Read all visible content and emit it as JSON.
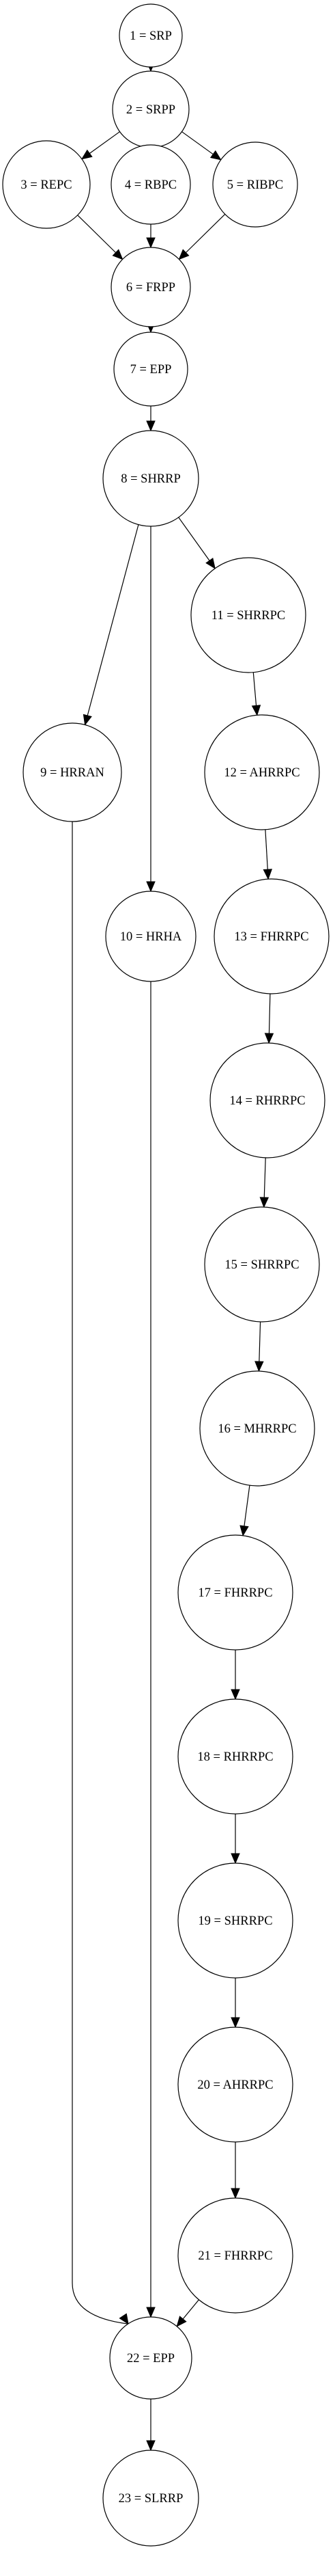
{
  "graph": {
    "nodes": [
      {
        "id": 1,
        "label": "1 = SRP"
      },
      {
        "id": 2,
        "label": "2 = SRPP"
      },
      {
        "id": 3,
        "label": "3 = REPC"
      },
      {
        "id": 4,
        "label": "4 = RBPC"
      },
      {
        "id": 5,
        "label": "5 = RIBPC"
      },
      {
        "id": 6,
        "label": "6 = FRPP"
      },
      {
        "id": 7,
        "label": "7 = EPP"
      },
      {
        "id": 8,
        "label": "8 = SHRRP"
      },
      {
        "id": 9,
        "label": "9 = HRRAN"
      },
      {
        "id": 10,
        "label": "10 = HRHA"
      },
      {
        "id": 11,
        "label": "11 = SHRRPC"
      },
      {
        "id": 12,
        "label": "12 = AHRRPC"
      },
      {
        "id": 13,
        "label": "13 = FHRRPC"
      },
      {
        "id": 14,
        "label": "14 = RHRRPC"
      },
      {
        "id": 15,
        "label": "15 = SHRRPC"
      },
      {
        "id": 16,
        "label": "16 = MHRRPC"
      },
      {
        "id": 17,
        "label": "17 = FHRRPC"
      },
      {
        "id": 18,
        "label": "18 = RHRRPC"
      },
      {
        "id": 19,
        "label": "19 = SHRRPC"
      },
      {
        "id": 20,
        "label": "20 = AHRRPC"
      },
      {
        "id": 21,
        "label": "21 = FHRRPC"
      },
      {
        "id": 22,
        "label": "22 = EPP"
      },
      {
        "id": 23,
        "label": "23 = SLRRP"
      }
    ],
    "edges": [
      {
        "from": 1,
        "to": 2
      },
      {
        "from": 2,
        "to": 3
      },
      {
        "from": 2,
        "to": 4
      },
      {
        "from": 2,
        "to": 5
      },
      {
        "from": 3,
        "to": 6
      },
      {
        "from": 4,
        "to": 6
      },
      {
        "from": 5,
        "to": 6
      },
      {
        "from": 6,
        "to": 7
      },
      {
        "from": 7,
        "to": 8
      },
      {
        "from": 8,
        "to": 9
      },
      {
        "from": 8,
        "to": 10
      },
      {
        "from": 8,
        "to": 11
      },
      {
        "from": 11,
        "to": 12
      },
      {
        "from": 12,
        "to": 13
      },
      {
        "from": 13,
        "to": 14
      },
      {
        "from": 14,
        "to": 15
      },
      {
        "from": 15,
        "to": 16
      },
      {
        "from": 16,
        "to": 17
      },
      {
        "from": 17,
        "to": 18
      },
      {
        "from": 18,
        "to": 19
      },
      {
        "from": 19,
        "to": 20
      },
      {
        "from": 20,
        "to": 21
      },
      {
        "from": 9,
        "to": 22
      },
      {
        "from": 10,
        "to": 22
      },
      {
        "from": 21,
        "to": 22
      },
      {
        "from": 22,
        "to": 23
      }
    ]
  }
}
